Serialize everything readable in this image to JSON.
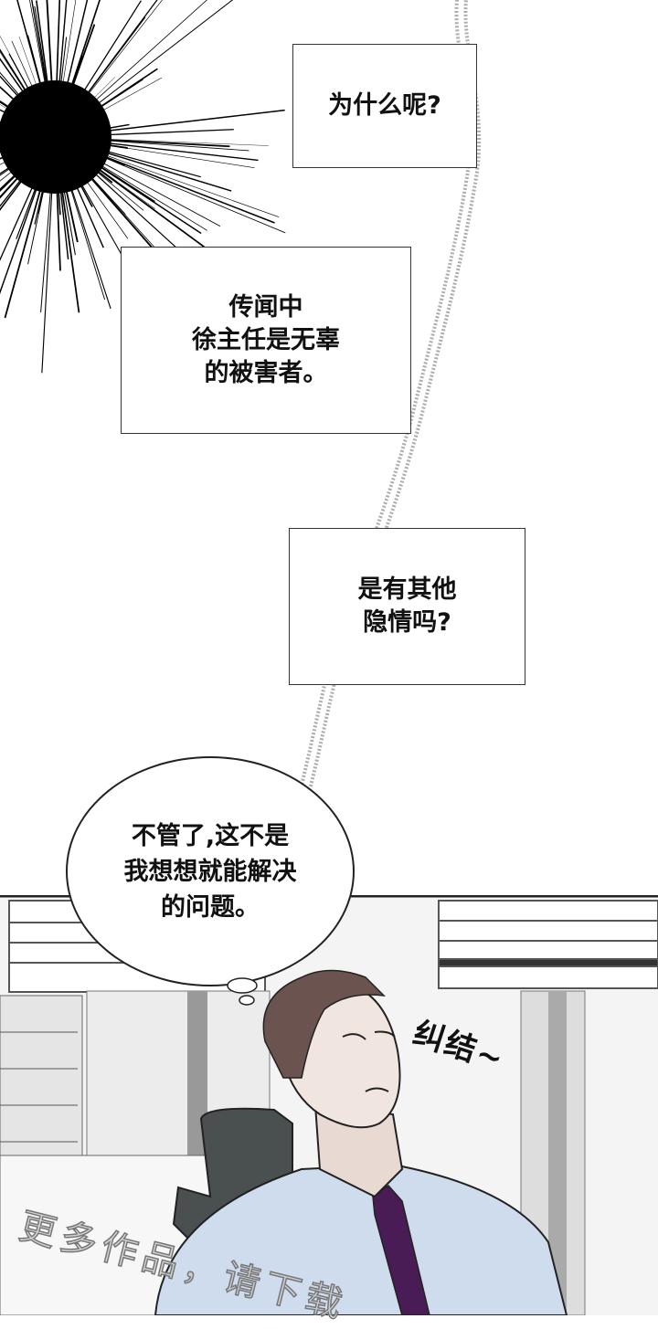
{
  "captions": [
    {
      "lines": [
        "为什么呢?"
      ]
    },
    {
      "lines": [
        "传闻中",
        "徐主任是无辜",
        "的被害者。"
      ]
    },
    {
      "lines": [
        "是有其他",
        "隐情吗?"
      ]
    }
  ],
  "speech_bubble": {
    "lines": [
      "不管了,这不是",
      "我想想就能解决",
      "的问题。"
    ]
  },
  "sound_effect": "纠结~",
  "watermark": "更多作品，请下载",
  "colors": {
    "shirt": "#cfdcee",
    "tie": "#4a1c55",
    "hair": "#6b5450",
    "skin": "#f1e6df",
    "chair": "#4a4f4f"
  }
}
